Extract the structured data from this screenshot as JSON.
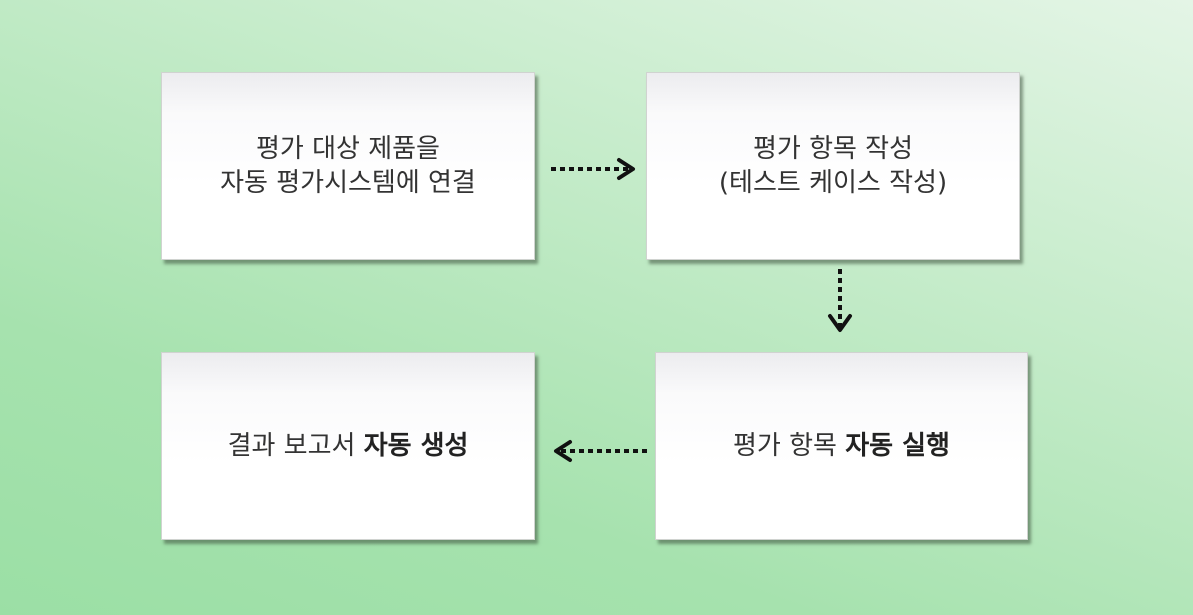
{
  "steps": [
    {
      "line1": "평가 대상 제품을",
      "line2": "자동 평가시스템에 연결"
    },
    {
      "line1": "평가 항목 작성",
      "line2": "(테스트 케이스 작성)"
    },
    {
      "normal": "평가 항목 ",
      "bold": "자동 실행"
    },
    {
      "normal": "결과 보고서 ",
      "bold": "자동 생성"
    }
  ],
  "colors": {
    "arrow": "#111111",
    "background_light": "#e4f5e6",
    "background_dark": "#9bdfa5",
    "box_fill": "#ffffff",
    "text": "#333333"
  }
}
